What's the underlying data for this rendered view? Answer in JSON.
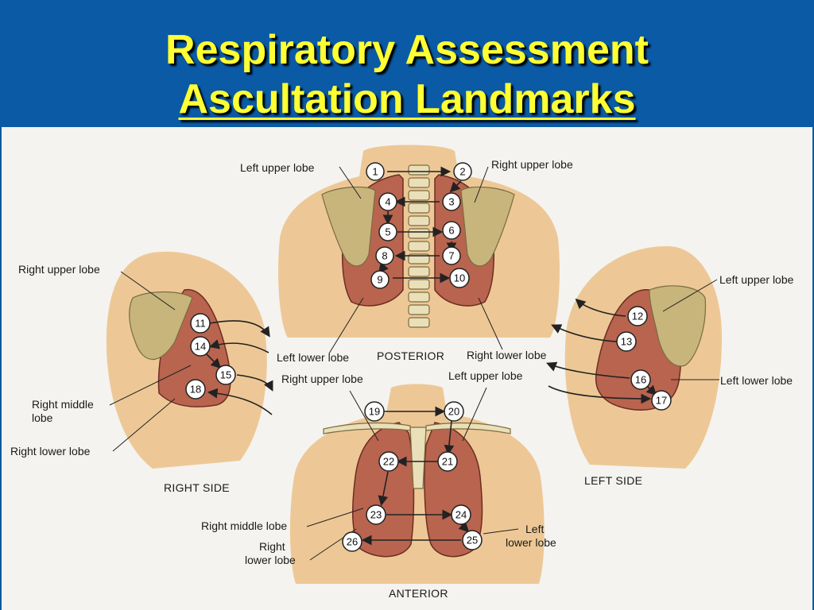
{
  "title": {
    "line1": "Respiratory Assessment",
    "line2": "Ascultation Landmarks"
  },
  "views": {
    "posterior": "POSTERIOR",
    "anterior": "ANTERIOR",
    "right_side": "RIGHT SIDE",
    "left_side": "LEFT SIDE"
  },
  "labels": {
    "post_left_upper": "Left upper lobe",
    "post_right_upper": "Right upper lobe",
    "post_left_lower": "Left lower lobe",
    "post_right_lower": "Right lower lobe",
    "rs_right_upper": "Right upper lobe",
    "rs_right_middle_1": "Right middle",
    "rs_right_middle_2": "lobe",
    "rs_right_lower": "Right lower lobe",
    "ls_left_upper": "Left upper lobe",
    "ls_left_lower": "Left lower lobe",
    "ant_right_upper": "Right upper lobe",
    "ant_left_upper": "Left upper lobe",
    "ant_right_middle": "Right middle lobe",
    "ant_right_lower_1": "Right",
    "ant_right_lower_2": "lower lobe",
    "ant_left_lower_1": "Left",
    "ant_left_lower_2": "lower lobe"
  },
  "points": [
    "1",
    "2",
    "3",
    "4",
    "5",
    "6",
    "7",
    "8",
    "9",
    "10",
    "11",
    "12",
    "13",
    "14",
    "15",
    "16",
    "17",
    "18",
    "19",
    "20",
    "21",
    "22",
    "23",
    "24",
    "25",
    "26"
  ]
}
